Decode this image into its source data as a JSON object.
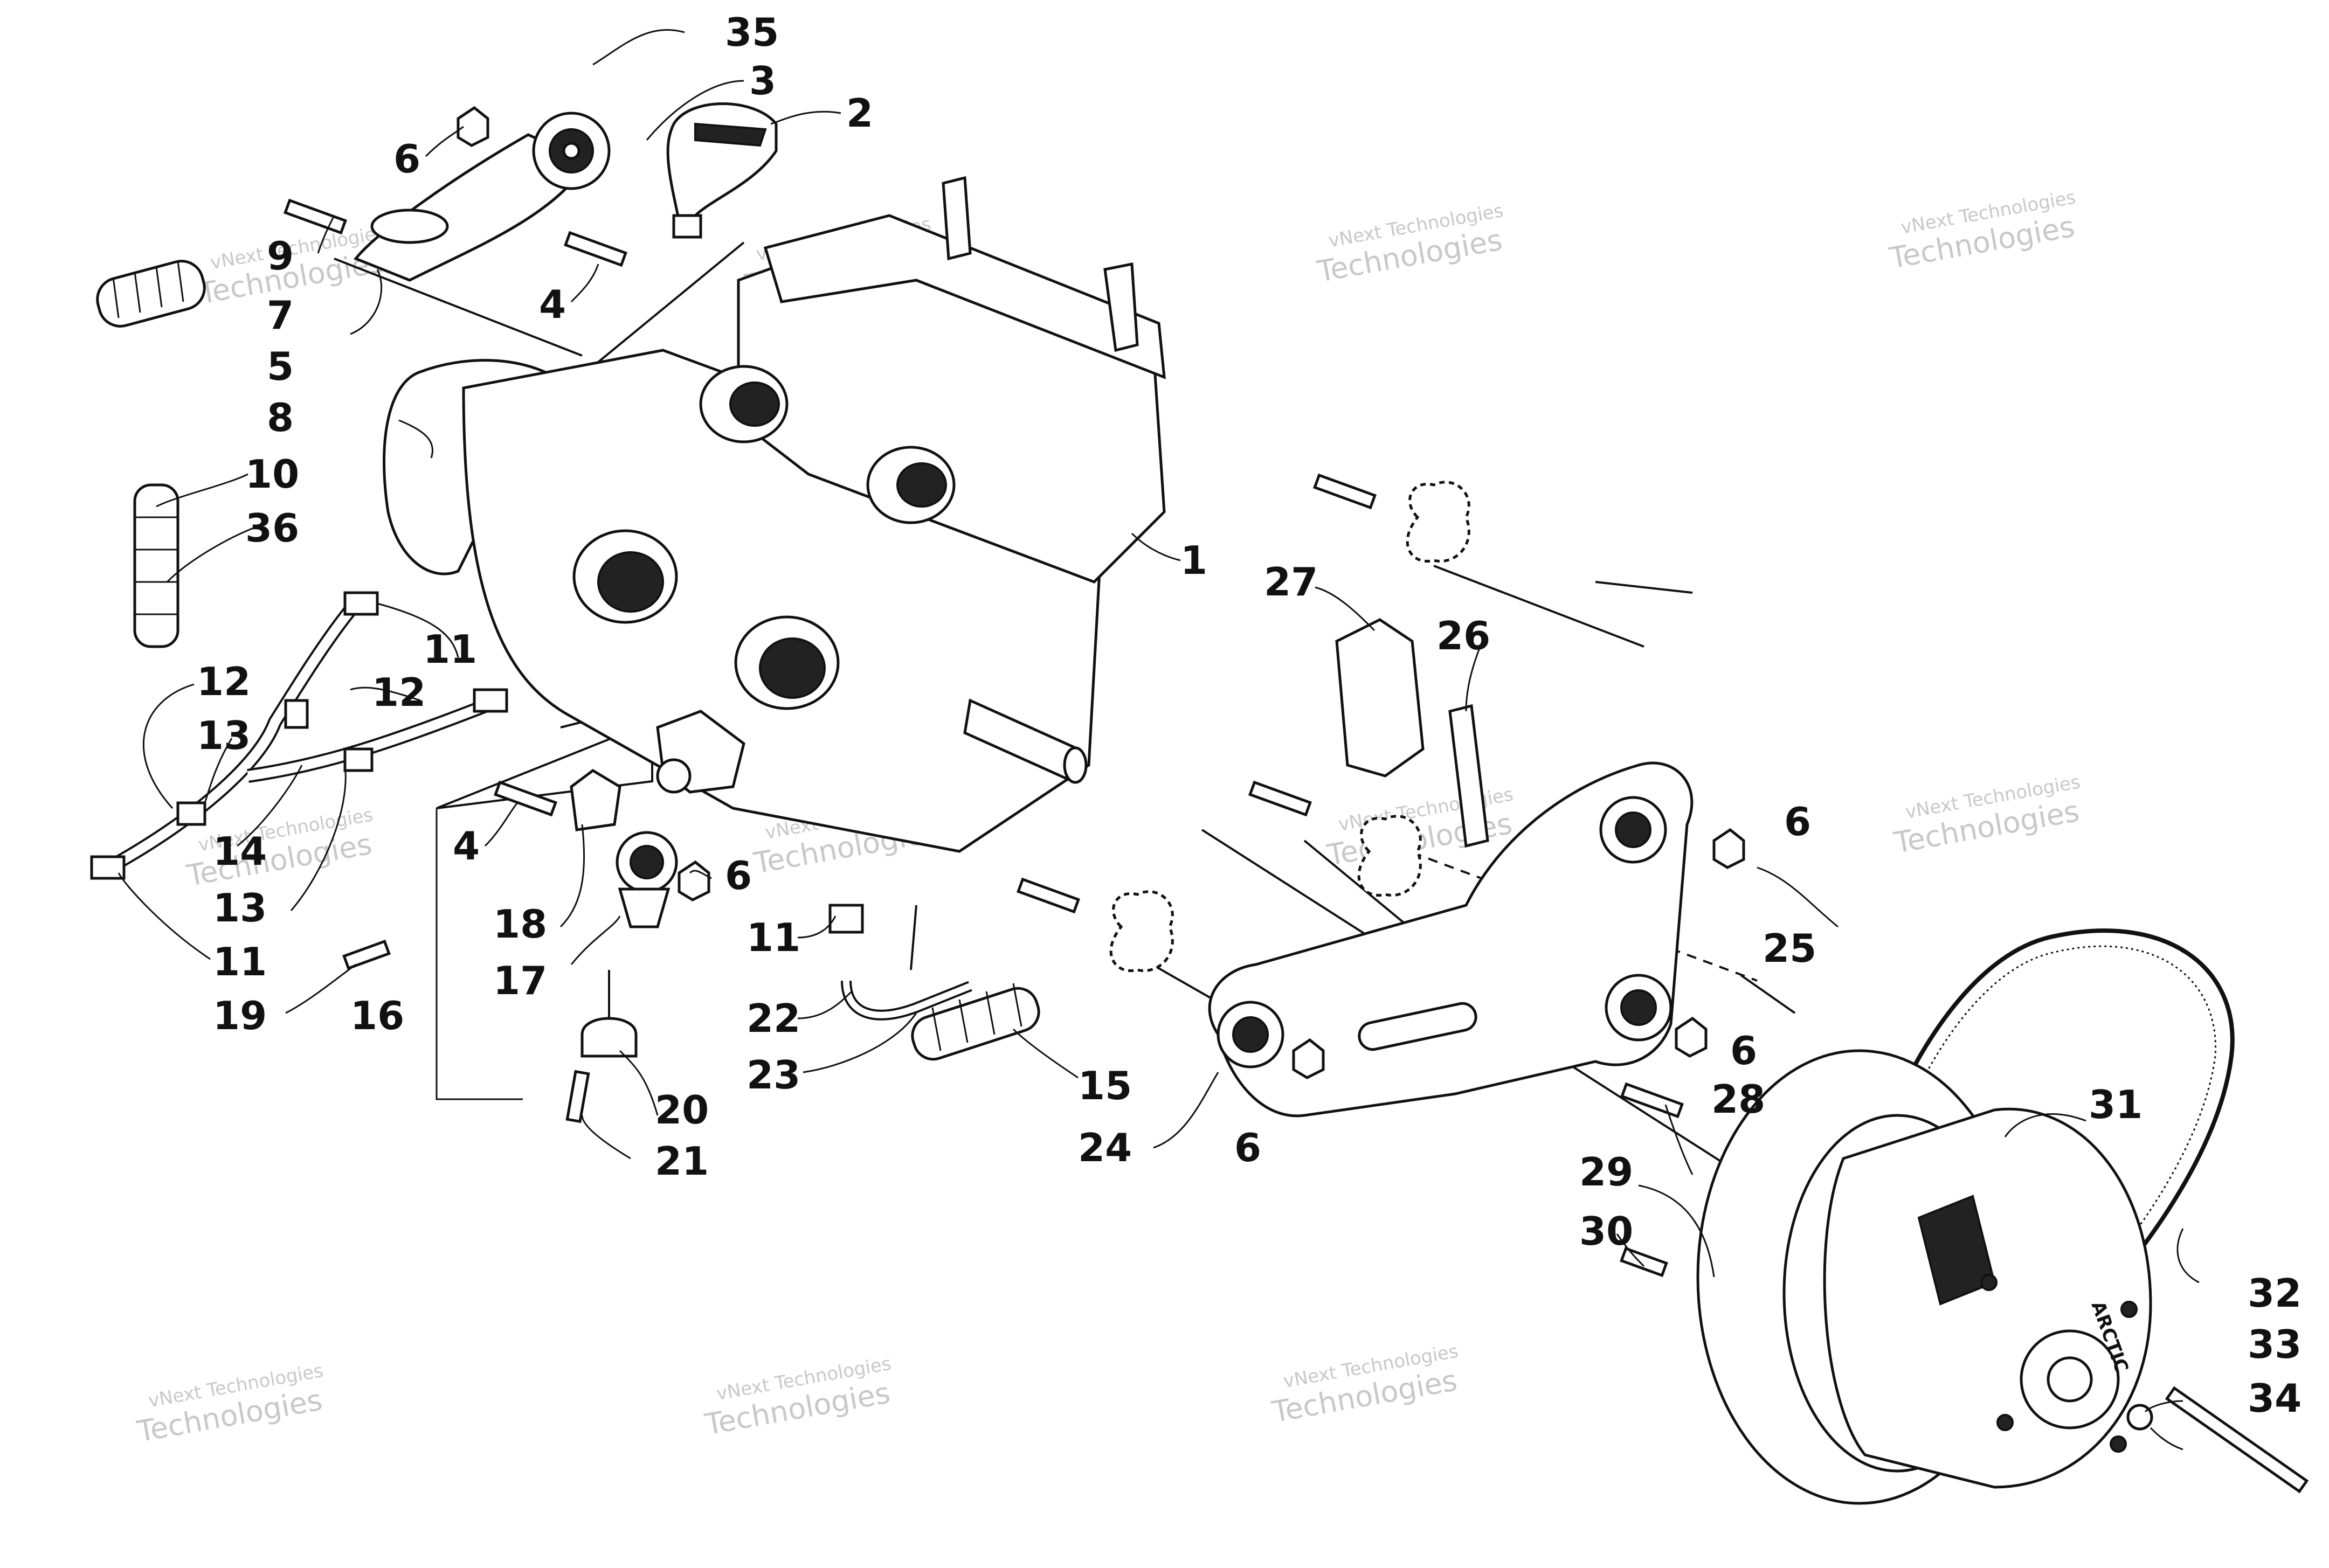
{
  "diagram": {
    "callouts": [
      {
        "id": "c35",
        "text": "35"
      },
      {
        "id": "c3",
        "text": "3"
      },
      {
        "id": "c2",
        "text": "2"
      },
      {
        "id": "c6a",
        "text": "6"
      },
      {
        "id": "c9",
        "text": "9"
      },
      {
        "id": "c7",
        "text": "7"
      },
      {
        "id": "c4a",
        "text": "4"
      },
      {
        "id": "c5",
        "text": "5"
      },
      {
        "id": "c8",
        "text": "8"
      },
      {
        "id": "c10",
        "text": "10"
      },
      {
        "id": "c36",
        "text": "36"
      },
      {
        "id": "c1",
        "text": "1"
      },
      {
        "id": "c11a",
        "text": "11"
      },
      {
        "id": "c12a",
        "text": "12"
      },
      {
        "id": "c12b",
        "text": "12"
      },
      {
        "id": "c13a",
        "text": "13"
      },
      {
        "id": "c14",
        "text": "14"
      },
      {
        "id": "c13b",
        "text": "13"
      },
      {
        "id": "c11b",
        "text": "11"
      },
      {
        "id": "c4b",
        "text": "4"
      },
      {
        "id": "c6b",
        "text": "6"
      },
      {
        "id": "c18",
        "text": "18"
      },
      {
        "id": "c17",
        "text": "17"
      },
      {
        "id": "c19",
        "text": "19"
      },
      {
        "id": "c16",
        "text": "16"
      },
      {
        "id": "c20",
        "text": "20"
      },
      {
        "id": "c21",
        "text": "21"
      },
      {
        "id": "c11c",
        "text": "11"
      },
      {
        "id": "c22",
        "text": "22"
      },
      {
        "id": "c23",
        "text": "23"
      },
      {
        "id": "c15",
        "text": "15"
      },
      {
        "id": "c24",
        "text": "24"
      },
      {
        "id": "c6c",
        "text": "6"
      },
      {
        "id": "c27",
        "text": "27"
      },
      {
        "id": "c26",
        "text": "26"
      },
      {
        "id": "c6d",
        "text": "6"
      },
      {
        "id": "c25",
        "text": "25"
      },
      {
        "id": "c6e",
        "text": "6"
      },
      {
        "id": "c28",
        "text": "28"
      },
      {
        "id": "c29",
        "text": "29"
      },
      {
        "id": "c31",
        "text": "31"
      },
      {
        "id": "c30",
        "text": "30"
      },
      {
        "id": "c32",
        "text": "32"
      },
      {
        "id": "c33",
        "text": "33"
      },
      {
        "id": "c34",
        "text": "34"
      }
    ],
    "watermark": {
      "line1": "vNext Technologies",
      "line2": "Technologies"
    },
    "clutch_text": "ARCTIC"
  }
}
